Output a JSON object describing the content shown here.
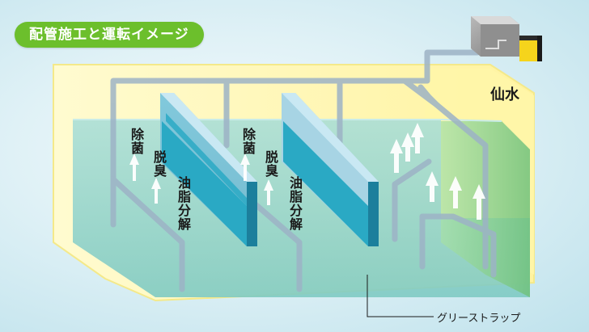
{
  "title": "配管施工と運転イメージ",
  "brand": "仙水",
  "callout": "グリーストラップ",
  "labels": {
    "jokin": "除菌",
    "dasshu": "脱臭",
    "yushi": "油脂分解"
  },
  "colors": {
    "title_bg": "#6cbf2c",
    "pipe": "#9db3c6",
    "panel_front": "#2aa9c4",
    "panel_top": "#bfe3f0",
    "water": "#8fd3cf",
    "tank_rim": "#fff4a6",
    "green_zone": "#7fc98a"
  },
  "icons": [
    "bubble-arrow-icon",
    "device-box-icon"
  ]
}
